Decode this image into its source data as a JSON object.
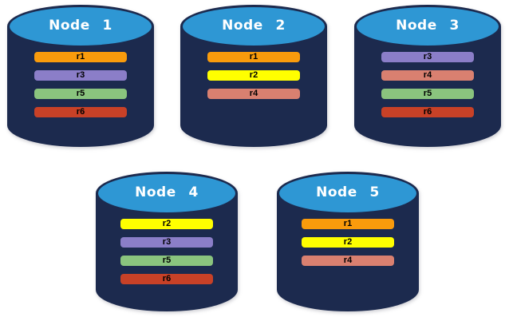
{
  "diagram_title": "database-nodes-replica-placement",
  "colors": {
    "background": "#ffffff",
    "cylinder_body": "#1c2a4e",
    "cylinder_top": "#2e97d4",
    "title_text": "#ffffff",
    "replica_text": "#000000"
  },
  "replica_colors": {
    "r1": "#f99b0c",
    "r2": "#ffff00",
    "r3": "#8b7ec8",
    "r4": "#d98070",
    "r5": "#8ac47e",
    "r6": "#c84127"
  },
  "nodes": [
    {
      "title": "Node 1",
      "replicas": [
        "r1",
        "r3",
        "r5",
        "r6"
      ]
    },
    {
      "title": "Node 2",
      "replicas": [
        "r1",
        "r2",
        "r4"
      ]
    },
    {
      "title": "Node 3",
      "replicas": [
        "r3",
        "r4",
        "r5",
        "r6"
      ]
    },
    {
      "title": "Node 4",
      "replicas": [
        "r2",
        "r3",
        "r5",
        "r6"
      ]
    },
    {
      "title": "Node 5",
      "replicas": [
        "r1",
        "r2",
        "r4"
      ]
    }
  ]
}
